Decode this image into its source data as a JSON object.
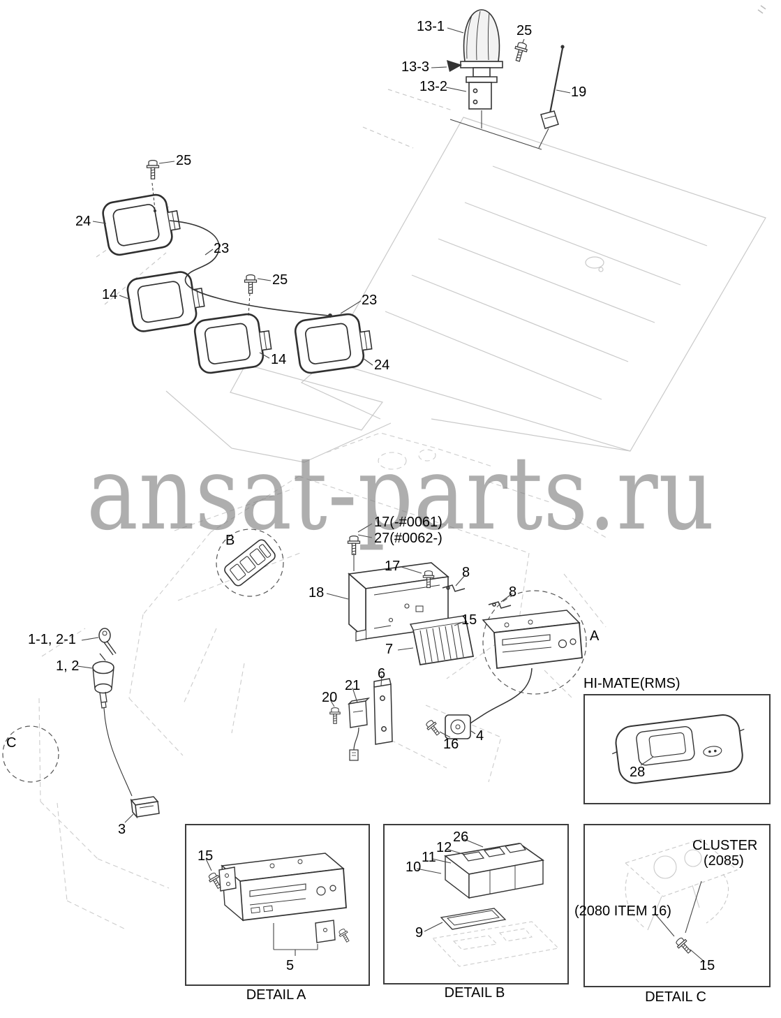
{
  "watermark": "ansat-parts.ru",
  "labels": {
    "beacon_assy": "13-1",
    "beacon_bolt": "25",
    "beacon_arrow": "13-3",
    "beacon_bracket": "13-2",
    "antenna": "19",
    "lamp_bolt_left": "25",
    "lamp_outer_left": "24",
    "harness_upper": "23",
    "lamp_inner_left": "14",
    "lamp_bolt_mid": "25",
    "harness_lower": "23",
    "lamp_inner_mid": "14",
    "lamp_outer_right": "24",
    "bolt_note_old": "17(-#0061)",
    "bolt_note_new": "27(#0062-)",
    "view_b": "B",
    "bracket_bolt": "17",
    "clip_left": "8",
    "clip_right": "8",
    "radio_bracket": "18",
    "clip_bolt": "15",
    "amplifier": "7",
    "view_a": "A",
    "key_set": "1-1, 2-1",
    "ignition_switch": "1, 2",
    "plate_bracket": "6",
    "relay": "21",
    "relay_bolt": "20",
    "speaker_bolt": "16",
    "speaker": "4",
    "view_c": "C",
    "fuse_box": "3"
  },
  "hi_mate": {
    "title": "HI-MATE(RMS)",
    "unit": "28"
  },
  "detail_a": {
    "caption": "DETAIL A",
    "bolt": "15",
    "radio_assy": "5"
  },
  "detail_b": {
    "caption": "DETAIL B",
    "switch_cover": "26",
    "switch": "12",
    "switch_body": "11",
    "switch_base": "10",
    "gasket": "9"
  },
  "detail_c": {
    "caption": "DETAIL C",
    "cluster_title": "CLUSTER",
    "cluster_code": "(2085)",
    "ref_note": "(2080 ITEM 16)",
    "bolt": "15"
  }
}
